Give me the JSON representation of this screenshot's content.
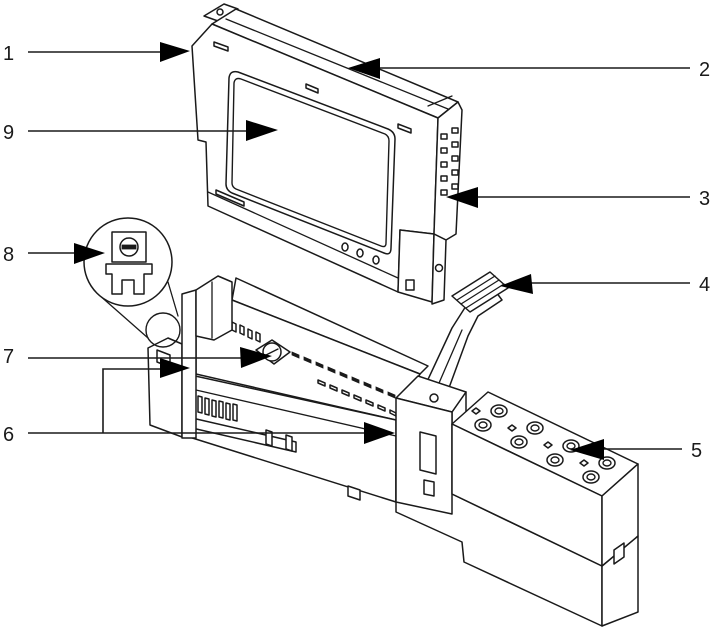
{
  "colors": {
    "ink": "#1a1a1a",
    "background": "#ffffff"
  },
  "callouts": [
    "1",
    "2",
    "3",
    "4",
    "5",
    "6",
    "7",
    "8",
    "9"
  ]
}
